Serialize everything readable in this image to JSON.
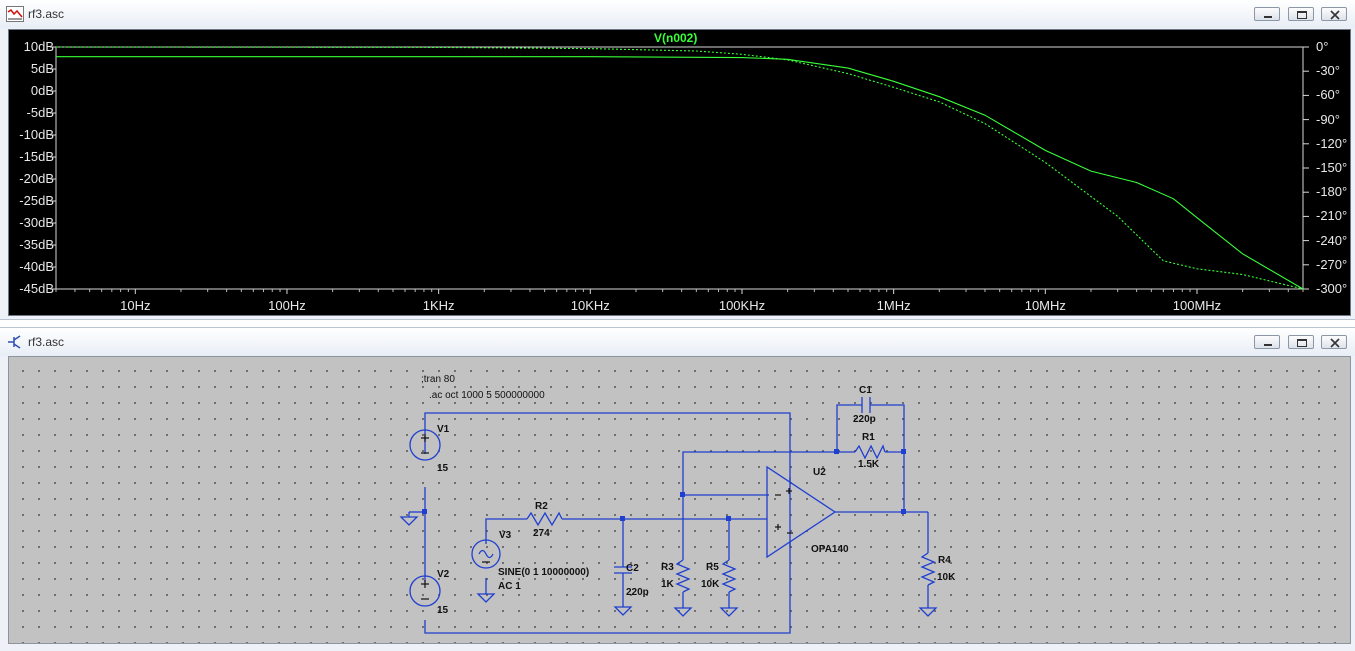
{
  "plot_window": {
    "title": "rf3.asc",
    "trace_name": "V(n002)",
    "trace_color": "#38ff38",
    "y_left_ticks": [
      "10dB",
      "5dB",
      "0dB",
      "-5dB",
      "-10dB",
      "-15dB",
      "-20dB",
      "-25dB",
      "-30dB",
      "-35dB",
      "-40dB",
      "-45dB"
    ],
    "y_right_ticks": [
      "0°",
      "-30°",
      "-60°",
      "-90°",
      "-120°",
      "-150°",
      "-180°",
      "-210°",
      "-240°",
      "-270°",
      "-300°"
    ],
    "x_ticks": [
      "10Hz",
      "100Hz",
      "1KHz",
      "10KHz",
      "100KHz",
      "1MHz",
      "10MHz",
      "100MHz"
    ]
  },
  "chart_data": {
    "type": "line",
    "x_scale": "log",
    "xlim": [
      3,
      500000000
    ],
    "ylim": [
      -45,
      10
    ],
    "y2lim": [
      -300,
      0
    ],
    "series": [
      {
        "name": "V(n002)",
        "axis": "magnitude",
        "unit": "dB",
        "style": "solid",
        "x": [
          3,
          1000,
          10000,
          100000,
          200000,
          500000,
          1000000,
          2000000,
          4000000,
          10000000,
          20000000,
          40000000,
          70000000,
          100000000,
          200000000,
          500000000
        ],
        "values": [
          7.8,
          7.8,
          7.8,
          7.6,
          7.2,
          5.2,
          2.2,
          -1.3,
          -5.5,
          -13.5,
          -18.2,
          -20.8,
          -24.5,
          -28.8,
          -37,
          -45
        ]
      },
      {
        "name": "V(n002)",
        "axis": "phase",
        "unit": "deg",
        "style": "dotted",
        "x": [
          3,
          1000,
          10000,
          50000,
          100000,
          200000,
          500000,
          1000000,
          2000000,
          4000000,
          10000000,
          30000000,
          60000000,
          100000000,
          200000000,
          500000000
        ],
        "values": [
          0,
          -0.5,
          -2,
          -5,
          -9,
          -16,
          -33,
          -50,
          -68,
          -95,
          -143,
          -210,
          -265,
          -275,
          -282,
          -300
        ]
      }
    ]
  },
  "schematic_window": {
    "title": "rf3.asc",
    "directives": [
      ";tran 80",
      ".ac oct 1000 5 500000000"
    ],
    "components": {
      "V1": {
        "name": "V1",
        "value": "15"
      },
      "V2": {
        "name": "V2",
        "value": "15"
      },
      "V3": {
        "name": "V3",
        "value": "SINE(0 1 10000000)",
        "ac": "AC 1"
      },
      "R1": {
        "name": "R1",
        "value": "1.5K"
      },
      "R2": {
        "name": "R2",
        "value": "274"
      },
      "R3": {
        "name": "R3",
        "value": "1K"
      },
      "R4": {
        "name": "R4",
        "value": "10K"
      },
      "R5": {
        "name": "R5",
        "value": "10K"
      },
      "C1": {
        "name": "C1",
        "value": "220p"
      },
      "C2": {
        "name": "C2",
        "value": "220p"
      },
      "U2": {
        "name": "U2",
        "model": "OPA140"
      }
    }
  }
}
